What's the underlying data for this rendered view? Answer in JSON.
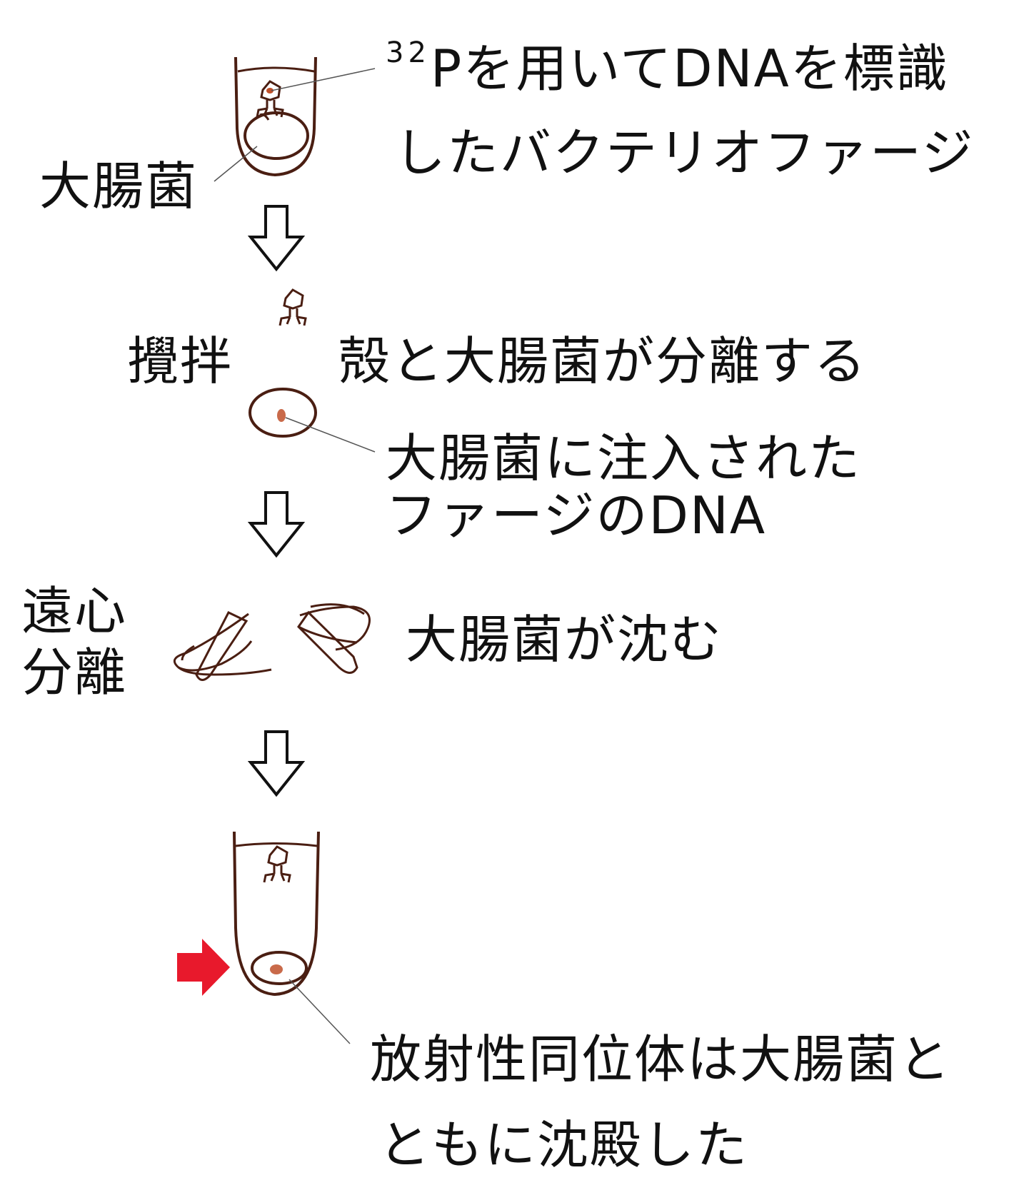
{
  "labels": {
    "ecoli_top": "大腸菌",
    "phage_desc_sup": "32",
    "phage_desc_line1": "Pを用いてDNAを標識",
    "phage_desc_line2": "したバクテリオファージ",
    "step_stir": "攪拌",
    "shell_separates": "殻と大腸菌が分離する",
    "injected_line1": "大腸菌に注入された",
    "injected_line2": "ファージのDNA",
    "centrifuge_1": "遠心",
    "centrifuge_2": "分離",
    "ecoli_sinks": "大腸菌が沈む",
    "result_line1": "放射性同位体は大腸菌と",
    "result_line2": "ともに沈殿した"
  },
  "colors": {
    "ink": "#4a1e12",
    "label_dot": "#c0502a",
    "arrow_red": "#e8192c",
    "leader": "#555555"
  }
}
